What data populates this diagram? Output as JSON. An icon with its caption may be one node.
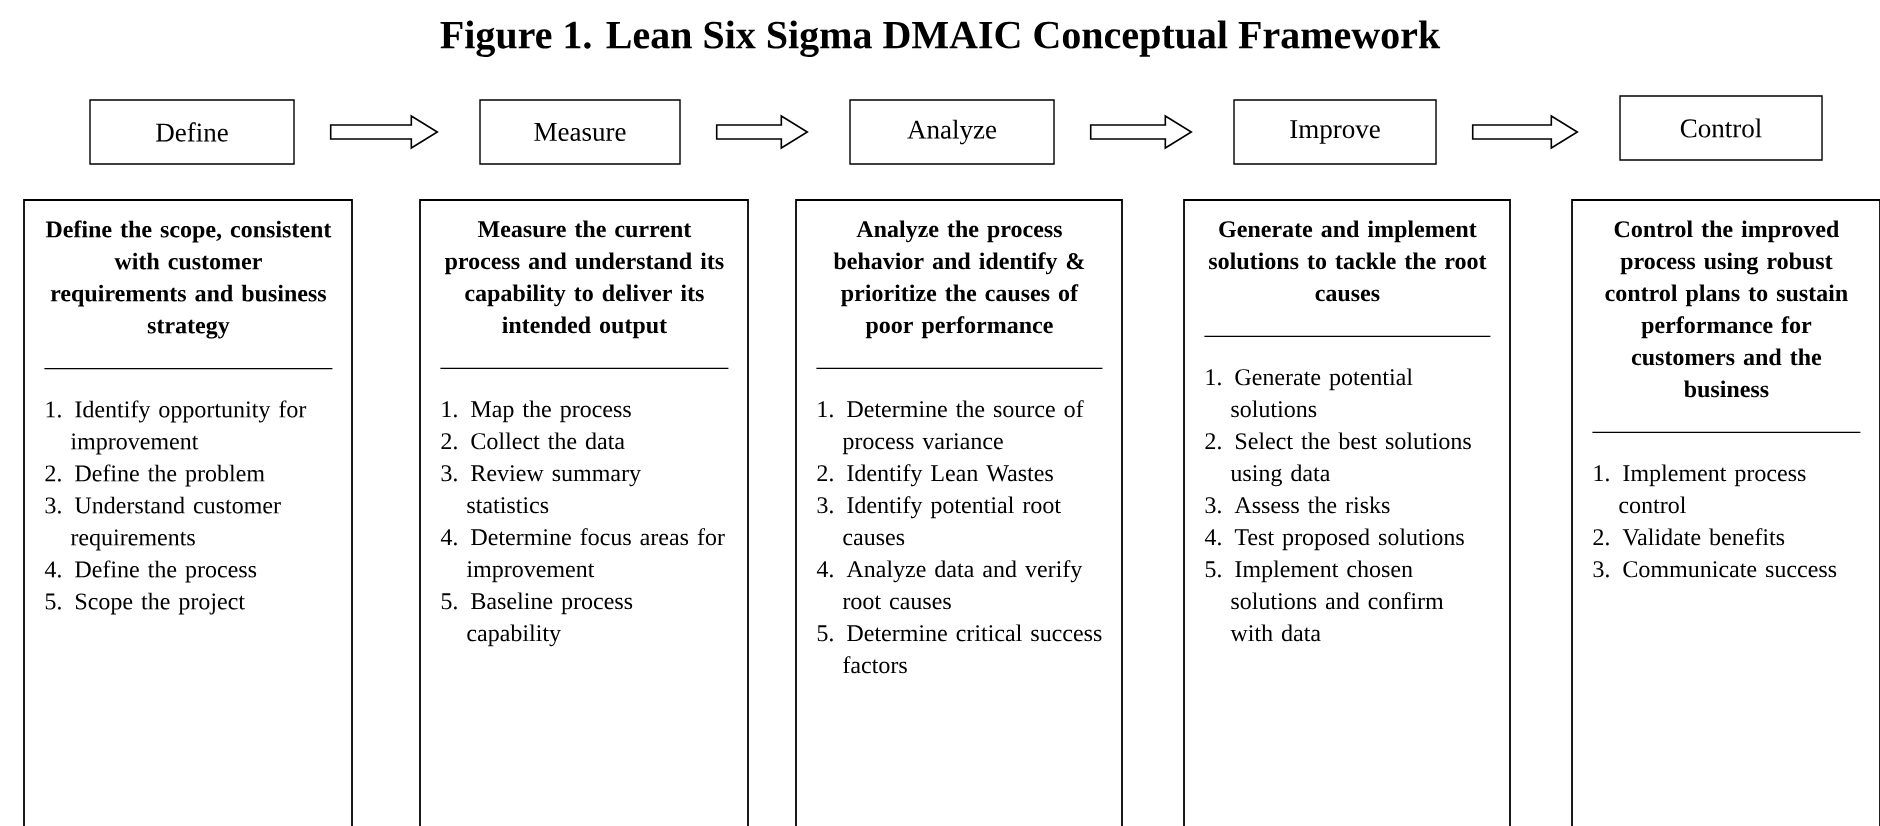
{
  "diagram": {
    "title": "Figure 1. Lean Six Sigma DMAIC Conceptual Framework",
    "nodes": [
      {
        "text": [
          "Define"
        ]
      },
      {
        "text": [
          "Measure"
        ]
      },
      {
        "text": [
          "Analyze"
        ]
      },
      {
        "text": [
          "Improve"
        ]
      },
      {
        "text": [
          "Control"
        ]
      },
      {
        "text": [
          "Define the scope, consistent with customer requirements and business strategy",
          "1. Identify opportunity for improvement",
          "2. Define the problem",
          "3. Understand customer requirements",
          "4. Define the process",
          "5. Scope the project"
        ]
      },
      {
        "text": [
          "Measure the current process and understand its capability to deliver its intended output",
          "1. Map the process",
          "2. Collect the data",
          "3. Review summary statistics",
          "4. Determine focus areas for improvement",
          "5. Baseline process capability"
        ]
      },
      {
        "text": [
          "Analyze the process behavior and identify & prioritize the causes of poor performance",
          "1. Determine the source of process variance",
          "2. Identify Lean Wastes",
          "3. Identify potential root causes",
          "4. Analyze data and verify root causes",
          "5. Determine critical success factors"
        ]
      },
      {
        "text": [
          "Generate and implement solutions to tackle the root causes",
          "1. Generate potential solutions",
          "2. Select the best solutions using data",
          "3. Assess the risks",
          "4. Test proposed solutions",
          "5. Implement chosen solutions and confirm with data"
        ]
      },
      {
        "text": [
          "Control the improved process using robust control plans to sustain performance for customers and the business",
          "1. Implement process control",
          "2. Validate benefits",
          "3. Communicate success"
        ]
      }
    ],
    "edges": [
      {
        "from": 0,
        "to": 1,
        "arrow": "to"
      },
      {
        "from": 1,
        "to": 2,
        "arrow": "to"
      },
      {
        "from": 2,
        "to": 3,
        "arrow": "to"
      },
      {
        "from": 3,
        "to": 4,
        "arrow": "to"
      }
    ]
  }
}
